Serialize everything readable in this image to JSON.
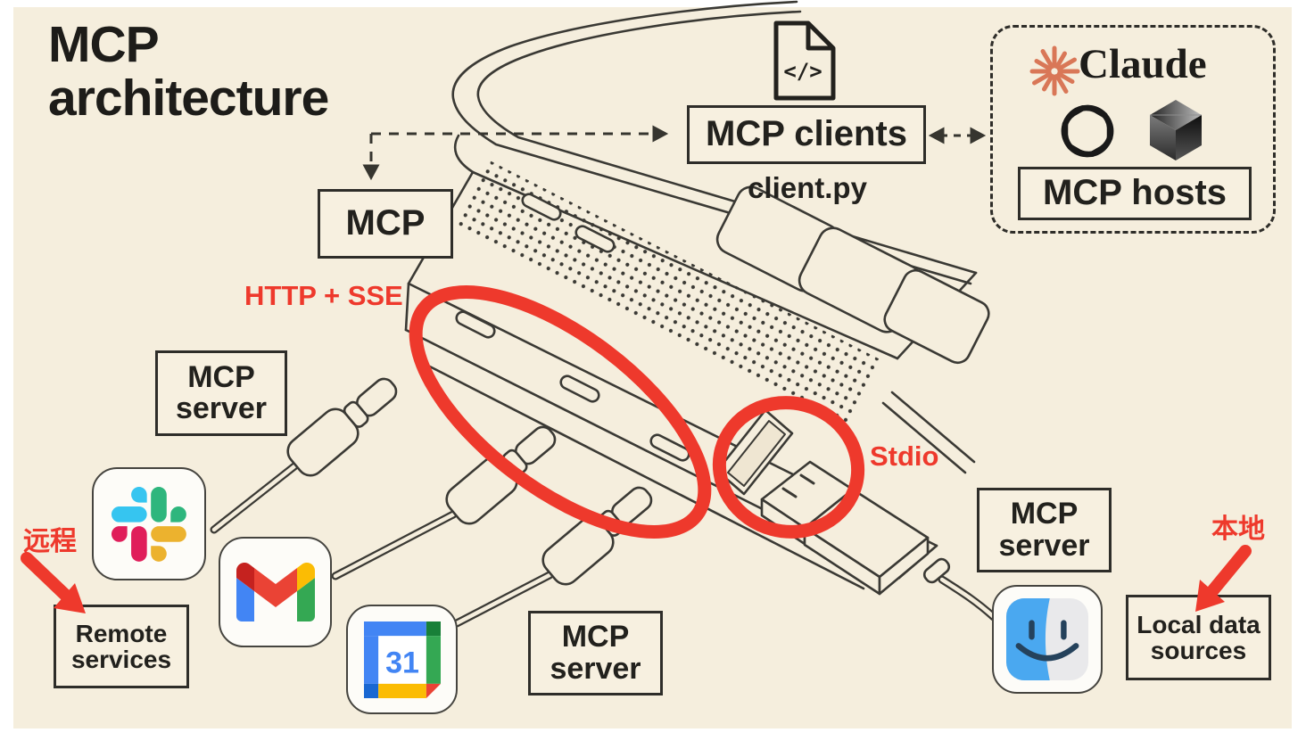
{
  "colors": {
    "background": "#f5eedd",
    "ink": "#22211d",
    "line_art": "#3a3934",
    "annotation_red": "#ee392c",
    "claude_accent": "#d97757"
  },
  "title": {
    "line1": "MCP",
    "line2": "architecture"
  },
  "boxes": {
    "mcp": "MCP",
    "mcp_clients": "MCP clients",
    "client_py": "client.py",
    "mcp_hosts": "MCP hosts",
    "claude_wordmark": "Claude",
    "server_left": {
      "line1": "MCP",
      "line2": "server"
    },
    "server_center": {
      "line1": "MCP",
      "line2": "server"
    },
    "server_right": {
      "line1": "MCP",
      "line2": "server"
    },
    "remote_services": {
      "line1": "Remote",
      "line2": "services"
    },
    "local_data": {
      "line1": "Local data",
      "line2": "sources"
    }
  },
  "annotations": {
    "http_sse": "HTTP + SSE",
    "stdio": "Stdio",
    "remote_zh": "远程",
    "local_zh": "本地"
  },
  "icons": {
    "code_glyph": "</>",
    "calendar_day": "31"
  }
}
